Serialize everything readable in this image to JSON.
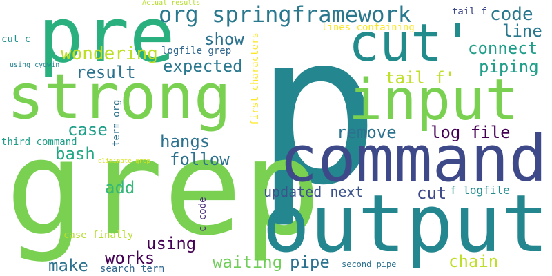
{
  "words": [
    {
      "key": "p",
      "text": "p",
      "color": "#24868e"
    },
    {
      "key": "grep",
      "text": "grep",
      "color": "#7ad151"
    },
    {
      "key": "output",
      "text": "output",
      "color": "#24868e"
    },
    {
      "key": "command",
      "text": "command",
      "color": "#3e4989"
    },
    {
      "key": "strong",
      "text": "strong",
      "color": "#7ad151"
    },
    {
      "key": "input",
      "text": "input",
      "color": "#7ad151"
    },
    {
      "key": "pre",
      "text": "pre",
      "color": "#2ab07f"
    },
    {
      "key": "cut_quote",
      "text": "cut'",
      "color": "#228c8d"
    },
    {
      "key": "org_springframework",
      "text": "org springframework",
      "color": "#2a788e"
    },
    {
      "key": "code",
      "text": "code",
      "color": "#2a788e"
    },
    {
      "key": "line",
      "text": "line",
      "color": "#2a788e"
    },
    {
      "key": "connect",
      "text": "connect",
      "color": "#1f9e89"
    },
    {
      "key": "piping",
      "text": "piping",
      "color": "#1f9e89"
    },
    {
      "key": "show",
      "text": "show",
      "color": "#2c728e"
    },
    {
      "key": "wondering",
      "text": "wondering",
      "color": "#bddf26"
    },
    {
      "key": "expected",
      "text": "expected",
      "color": "#2a788e"
    },
    {
      "key": "result",
      "text": "result",
      "color": "#2c728e"
    },
    {
      "key": "tail_f_quote",
      "text": "tail f'",
      "color": "#bddf26"
    },
    {
      "key": "remove",
      "text": "remove",
      "color": "#2c728e"
    },
    {
      "key": "log_file",
      "text": "log file",
      "color": "#440154"
    },
    {
      "key": "case",
      "text": "case",
      "color": "#1f9e89"
    },
    {
      "key": "hangs",
      "text": "hangs",
      "color": "#2c728e"
    },
    {
      "key": "follow",
      "text": "follow",
      "color": "#2c728e"
    },
    {
      "key": "bash",
      "text": "bash",
      "color": "#22a884"
    },
    {
      "key": "add",
      "text": "add",
      "color": "#35b779"
    },
    {
      "key": "updated_next",
      "text": "updated next",
      "color": "#3b528b"
    },
    {
      "key": "cut",
      "text": "cut",
      "color": "#3e4989"
    },
    {
      "key": "f_logfile",
      "text": "f logfile",
      "color": "#228c8d"
    },
    {
      "key": "using",
      "text": "using",
      "color": "#440154"
    },
    {
      "key": "works",
      "text": "works",
      "color": "#440154"
    },
    {
      "key": "make",
      "text": "make",
      "color": "#2c728e"
    },
    {
      "key": "waiting",
      "text": "waiting",
      "color": "#6ece58"
    },
    {
      "key": "pipe",
      "text": "pipe",
      "color": "#2c728e"
    },
    {
      "key": "chain",
      "text": "chain",
      "color": "#bddf26"
    },
    {
      "key": "logfile_grep",
      "text": "logfile grep",
      "color": "#31688e"
    },
    {
      "key": "case_finally",
      "text": "case finally",
      "color": "#b5de2b"
    },
    {
      "key": "search_term",
      "text": "search term",
      "color": "#31688e"
    },
    {
      "key": "second_pipe",
      "text": "second pipe",
      "color": "#2c728e"
    },
    {
      "key": "third_command",
      "text": "third command",
      "color": "#1f9e89"
    },
    {
      "key": "tail_f",
      "text": "tail f",
      "color": "#3e4989"
    },
    {
      "key": "lines_containing",
      "text": "lines containing",
      "color": "#fde725"
    },
    {
      "key": "actual_results",
      "text": "Actual results",
      "color": "#b5de2b"
    },
    {
      "key": "cut_c",
      "text": "cut c",
      "color": "#21908d"
    },
    {
      "key": "using_cygwin",
      "text": "using cygwin",
      "color": "#26828e"
    },
    {
      "key": "eliminate_grep",
      "text": "eliminate grep'",
      "color": "#d8e219"
    },
    {
      "key": "first_characters",
      "text": "first characters",
      "color": "#fde725"
    },
    {
      "key": "term_org",
      "text": "term org",
      "color": "#2c728e"
    },
    {
      "key": "c_code",
      "text": "c code",
      "color": "#482878"
    }
  ]
}
